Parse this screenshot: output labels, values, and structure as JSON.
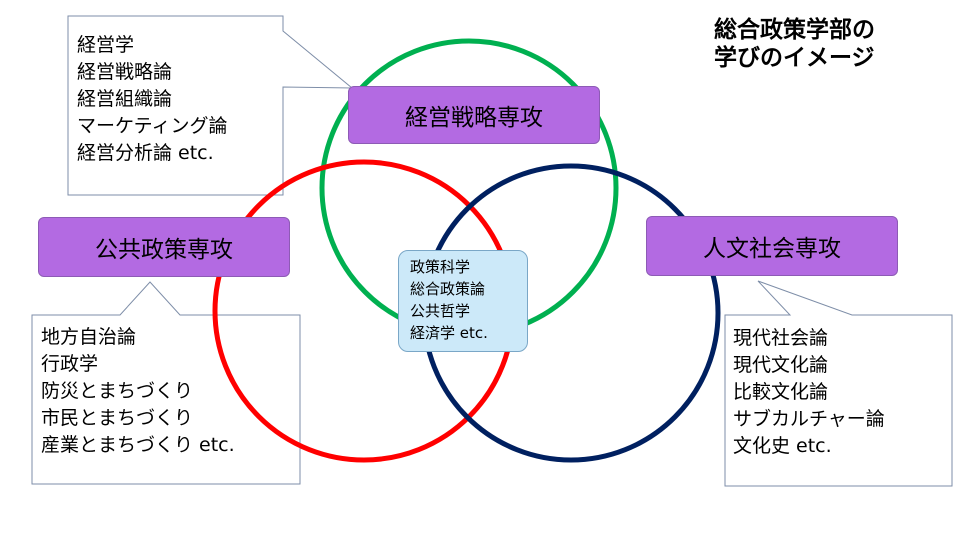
{
  "title": {
    "line1": "総合政策学部の",
    "line2": "学びのイメージ"
  },
  "majors": {
    "management": "経営戦略専攻",
    "policy": "公共政策専攻",
    "humanities": "人文社会専攻"
  },
  "courses": {
    "management": [
      "経営学",
      "経営戦略論",
      "経営組織論",
      "マーケティング論",
      "経営分析論 etc."
    ],
    "policy": [
      "地方自治論",
      "行政学",
      "防災とまちづくり",
      "市民とまちづくり",
      "産業とまちづくり etc."
    ],
    "humanities": [
      "現代社会論",
      "現代文化論",
      "比較文化論",
      "サブカルチャー論",
      "文化史 etc."
    ],
    "core": [
      "政策科学",
      "総合政策論",
      "公共哲学",
      "経済学 etc."
    ]
  },
  "colors": {
    "circle_management": "#00b050",
    "circle_policy": "#ff0000",
    "circle_humanities": "#002060",
    "major_box_fill": "#b36ae2",
    "core_box_fill": "#cce9f9"
  }
}
